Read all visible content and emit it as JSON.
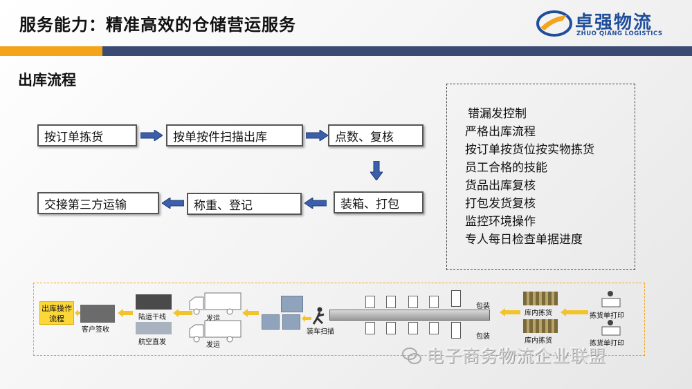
{
  "header": {
    "title": "服务能力：精准高效的仓储营运服务",
    "logo_cn": "卓强物流",
    "logo_en": "ZHUO QIANG LOGISTICS"
  },
  "section_title": "出库流程",
  "flow": {
    "step1": "按订单拣货",
    "step2": "按单按件扫描出库",
    "step3": "点数、复核",
    "step4": "装箱、打包",
    "step5": "称重、登记",
    "step6": "交接第三方运输"
  },
  "controls": [
    "错漏发控制",
    "严格出库流程",
    "按订单按货位按实物拣货",
    "员工合格的技能",
    "货品出库复核",
    "打包发货复核",
    "监控环境操作",
    "专人每日检查单据进度"
  ],
  "diagram": {
    "label": "出库操作流程",
    "customer": "客户签收",
    "land": "陆运干线",
    "air": "航空直发",
    "ship1": "发运",
    "ship2": "发运",
    "loading": "装车扫描",
    "pack1": "包装",
    "pack2": "包装",
    "pick1": "库内拣货",
    "pick2": "库内拣货",
    "print1": "拣货单打印",
    "print2": "拣货单打印"
  },
  "watermark": "电子商务物流企业联盟",
  "colors": {
    "orange": "#f3a41b",
    "navy": "#3b4a73",
    "arrow": "#3b5fa8",
    "yellow": "#fbd73a",
    "logo": "#1f4e9b"
  }
}
